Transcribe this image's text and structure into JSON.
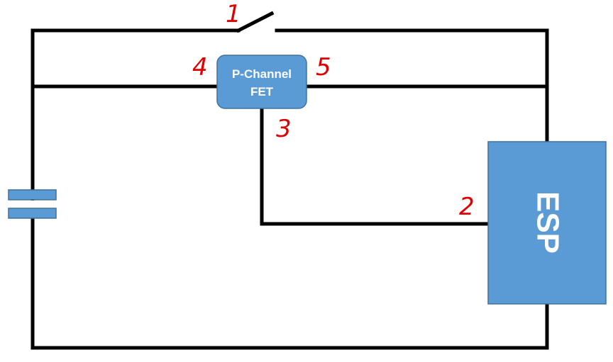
{
  "fet": {
    "line1": "P-Channel",
    "line2": "FET"
  },
  "esp": {
    "label": "ESP"
  },
  "markers": {
    "switch": "1",
    "esp_pin": "2",
    "gate": "3",
    "source_left": "4",
    "drain_right": "5"
  },
  "colors": {
    "component_fill": "#5b9bd5",
    "component_border": "#41719c",
    "wire": "#000000",
    "marker": "#e00000"
  }
}
